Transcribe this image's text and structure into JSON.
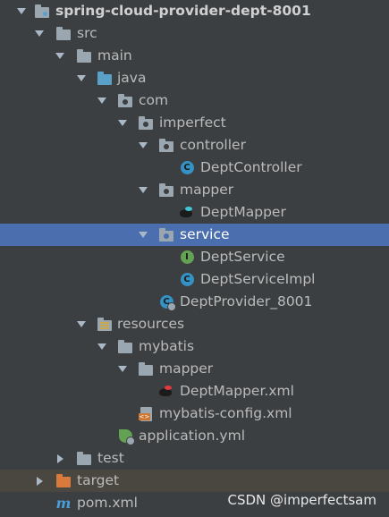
{
  "project_tree": {
    "items": [
      {
        "label": "spring-cloud-provider-dept-8001",
        "icon": "module-folder-icon",
        "expanded": true
      },
      {
        "label": "src",
        "icon": "folder-icon",
        "expanded": true
      },
      {
        "label": "main",
        "icon": "folder-icon",
        "expanded": true
      },
      {
        "label": "java",
        "icon": "source-folder-icon",
        "expanded": true
      },
      {
        "label": "com",
        "icon": "package-icon",
        "expanded": true
      },
      {
        "label": "imperfect",
        "icon": "package-icon",
        "expanded": true
      },
      {
        "label": "controller",
        "icon": "package-icon",
        "expanded": true
      },
      {
        "label": "DeptController",
        "icon": "java-class-icon"
      },
      {
        "label": "mapper",
        "icon": "package-icon",
        "expanded": true
      },
      {
        "label": "DeptMapper",
        "icon": "mybatis-mapper-icon"
      },
      {
        "label": "service",
        "icon": "package-icon",
        "expanded": true,
        "selected": true
      },
      {
        "label": "DeptService",
        "icon": "java-interface-icon"
      },
      {
        "label": "DeptServiceImpl",
        "icon": "java-class-icon"
      },
      {
        "label": "DeptProvider_8001",
        "icon": "spring-boot-class-icon"
      },
      {
        "label": "resources",
        "icon": "resources-folder-icon",
        "expanded": true
      },
      {
        "label": "mybatis",
        "icon": "folder-icon",
        "expanded": true
      },
      {
        "label": "mapper",
        "icon": "folder-icon",
        "expanded": true
      },
      {
        "label": "DeptMapper.xml",
        "icon": "mybatis-xml-icon"
      },
      {
        "label": "mybatis-config.xml",
        "icon": "xml-file-icon"
      },
      {
        "label": "application.yml",
        "icon": "spring-config-icon"
      },
      {
        "label": "test",
        "icon": "folder-icon",
        "expanded": false
      },
      {
        "label": "target",
        "icon": "excluded-folder-icon",
        "expanded": false
      },
      {
        "label": "pom.xml",
        "icon": "maven-icon"
      }
    ]
  },
  "watermark": "CSDN @imperfectsam",
  "colors": {
    "background": "#3c3f41",
    "selection": "#4b6eaf",
    "excluded_row": "#4a4741",
    "class_icon": "#3592c4",
    "interface_icon": "#62a252",
    "source_folder": "#5aa0c9",
    "excluded_folder": "#d77a3c"
  }
}
